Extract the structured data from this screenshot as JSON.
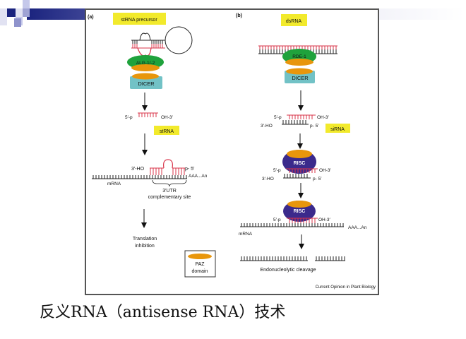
{
  "slide": {
    "caption": "反义RNA（antisense RNA）技术",
    "accent_colors": {
      "navy": "#1a237e",
      "lavender": "#c5c8ea",
      "mid": "#6f73b5"
    }
  },
  "figure": {
    "panel_a": {
      "label": "(a)",
      "title": "stRNA precursor",
      "alg_label": "ALG-1/-2",
      "dicer_label": "DICER",
      "strand_5p": "5′-p",
      "strand_3oh": "OH-3′",
      "stRNA_label": "stRNA",
      "duplex_3ho": "3′-HO",
      "duplex_p5": "p- 5′",
      "polyA": "AAA...An",
      "mrna_label": "mRNA",
      "utr_label": "3′UTR",
      "site_label": "complementary site",
      "outcome_line1": "Translation",
      "outcome_line2": "inhibition",
      "legend_line1": "PAZ",
      "legend_line2": "domain"
    },
    "panel_b": {
      "label": "(b)",
      "title": "dsRNA",
      "rde_label": "RDE-1",
      "dicer_label": "DICER",
      "si_5p": "5′-p",
      "si_3oh": "OH-3′",
      "si_3ho": "3′-HO",
      "si_p5": "p- 5′",
      "siRNA_label": "siRNA",
      "risc_label": "RISC",
      "risc2_label": "RISC",
      "r_5p": "5′-p",
      "r_3oh": "OH-3′",
      "r_3ho": "3′-HO",
      "r_p5": "p- 5′",
      "m_5p": "5′-p",
      "m_3oh": "OH-3′",
      "polyA": "AAA...An",
      "mrna_label": "mRNA",
      "cleavage_label": "Endonucleolytic cleavage"
    },
    "credit": "Current Opinion in Plant Biology",
    "colors": {
      "yellow": "#f2ea2c",
      "green": "#1fa23c",
      "orange": "#e8960c",
      "teal": "#72c2c6",
      "purple": "#3b2a8c",
      "red": "#d8344a"
    }
  }
}
